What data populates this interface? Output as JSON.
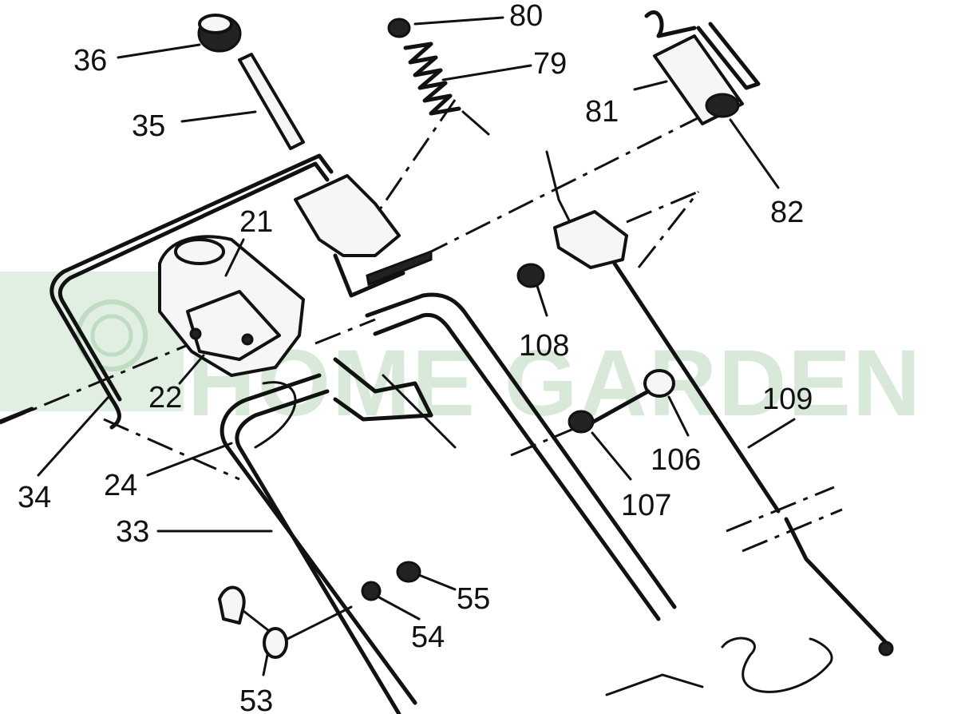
{
  "watermark": {
    "text": "HOME GARDEN",
    "color": "#2e8a34"
  },
  "callouts": [
    {
      "id": "36",
      "label": "36"
    },
    {
      "id": "80",
      "label": "80"
    },
    {
      "id": "79",
      "label": "79"
    },
    {
      "id": "35",
      "label": "35"
    },
    {
      "id": "81",
      "label": "81"
    },
    {
      "id": "82",
      "label": "82"
    },
    {
      "id": "21",
      "label": "21"
    },
    {
      "id": "22",
      "label": "22"
    },
    {
      "id": "108",
      "label": "108"
    },
    {
      "id": "109",
      "label": "109"
    },
    {
      "id": "106",
      "label": "106"
    },
    {
      "id": "107",
      "label": "107"
    },
    {
      "id": "34",
      "label": "34"
    },
    {
      "id": "24",
      "label": "24"
    },
    {
      "id": "33",
      "label": "33"
    },
    {
      "id": "55",
      "label": "55"
    },
    {
      "id": "54",
      "label": "54"
    },
    {
      "id": "53",
      "label": "53"
    }
  ]
}
